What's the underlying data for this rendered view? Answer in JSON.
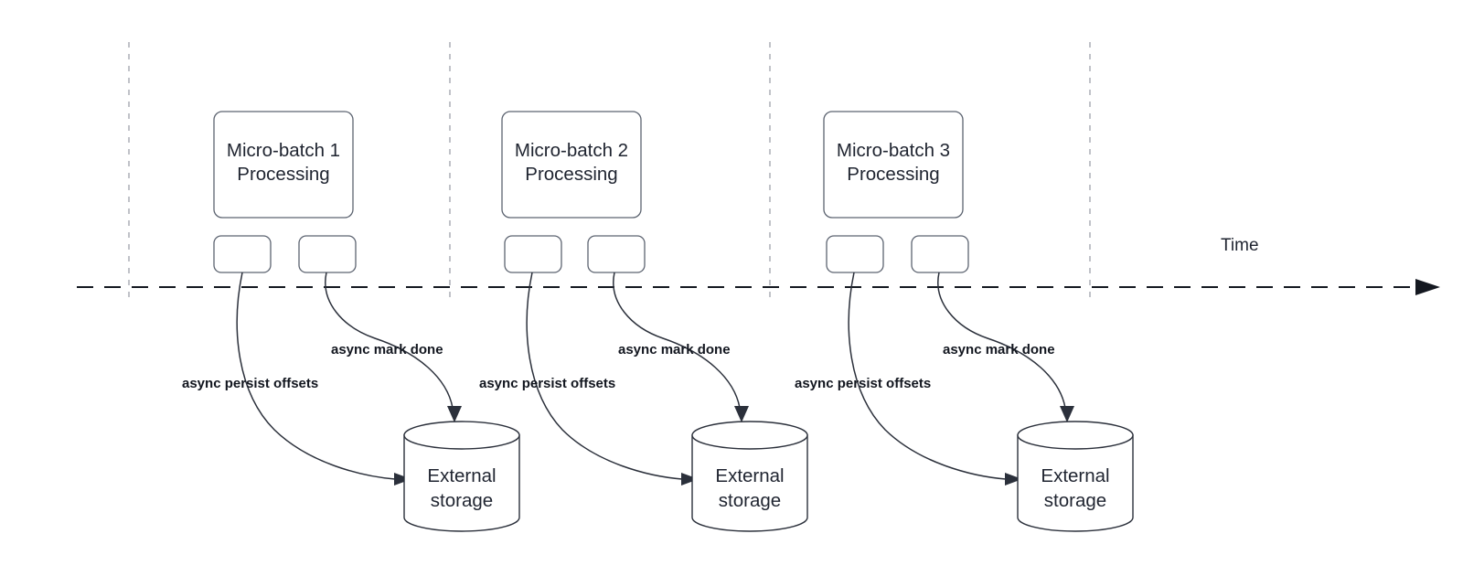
{
  "diagram": {
    "title_text": "",
    "axis": {
      "time_label": "Time",
      "axis_name": "time-axis"
    },
    "colors": {
      "box_stroke": "#5c6370",
      "cylinder_stroke": "#2b303b",
      "timeline": "#141820",
      "vertical_divider": "#b0b3ba",
      "text": "#1f2430",
      "label_text": "#12161f",
      "background": "#ffffff"
    },
    "groups": [
      {
        "id": "group-1",
        "batch_line1": "Micro-batch 1",
        "batch_line2": "Processing",
        "storage_line1": "External",
        "storage_line2": "storage",
        "persist_label": "async persist offsets",
        "markdone_label": "async mark done"
      },
      {
        "id": "group-2",
        "batch_line1": "Micro-batch 2",
        "batch_line2": "Processing",
        "storage_line1": "External",
        "storage_line2": "storage",
        "persist_label": "async persist offsets",
        "markdone_label": "async mark done"
      },
      {
        "id": "group-3",
        "batch_line1": "Micro-batch 3",
        "batch_line2": "Processing",
        "storage_line1": "External",
        "storage_line2": "storage",
        "persist_label": "async persist offsets",
        "markdone_label": "async mark done"
      }
    ]
  }
}
